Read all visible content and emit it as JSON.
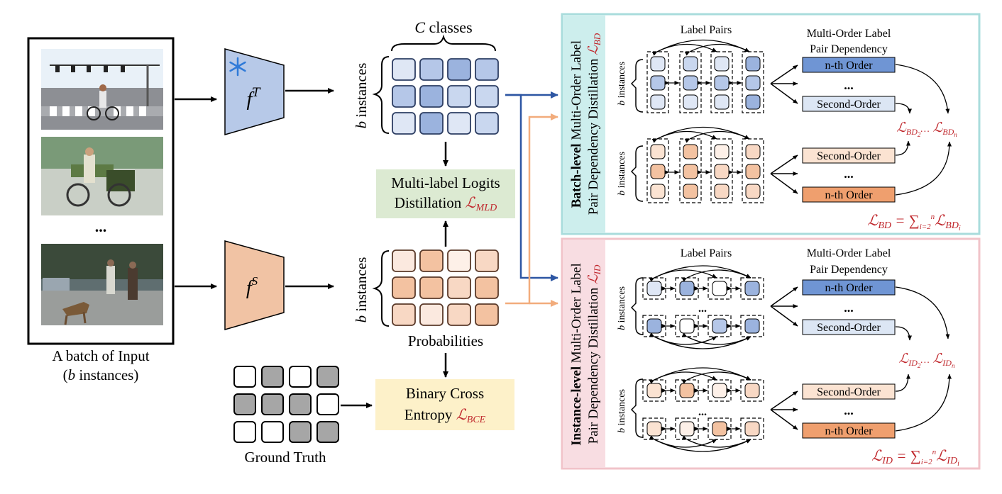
{
  "input": {
    "batch_caption_line1": "A batch of Input",
    "batch_caption_line2_var": "b",
    "batch_caption_line2_rest": " instances)",
    "ellipsis": "..."
  },
  "teacher": {
    "symbol": "f",
    "superscript": "T",
    "icon": "snowflake-icon"
  },
  "student": {
    "symbol": "f",
    "superscript": "S"
  },
  "teacher_matrix": {
    "classes_var": "C",
    "classes_label": " classes",
    "rows_var": "b",
    "rows_label": " instances"
  },
  "student_matrix": {
    "rows_var": "b",
    "rows_label": " instances",
    "caption": "Probabilities"
  },
  "mld_box": {
    "line1": "Multi-label Logits",
    "line2": "Distillation ",
    "loss": "MLD"
  },
  "bce_box": {
    "line1": "Binary Cross",
    "line2": "Entropy ",
    "loss": "BCE"
  },
  "ground_truth": {
    "caption": "Ground Truth"
  },
  "bd_panel": {
    "side_bold": "Batch-level",
    "side_rest": " Multi-Order Label",
    "side_line2": "Pair Dependency Distillation ",
    "side_loss": "BD",
    "label_pairs": "Label Pairs",
    "dep_line1": "Multi-Order Label",
    "dep_line2": "Pair Dependency",
    "rows_label": "b instances",
    "nth_order": "n-th Order",
    "second_order": "Second-Order",
    "dots": "...",
    "loss_terms": "BD",
    "total_lhs": "BD",
    "total_rhs": "BD"
  },
  "id_panel": {
    "side_bold": "Instance-level",
    "side_rest": " Multi-Order Label",
    "side_line2": "Pair Dependency Distillation ",
    "side_loss": "ID",
    "label_pairs": "Label Pairs",
    "dep_line1": "Multi-Order Label",
    "dep_line2": "Pair Dependency",
    "rows_label": "b instances",
    "nth_order": "n-th Order",
    "second_order": "Second-Order",
    "dots": "...",
    "loss_terms": "ID",
    "total_lhs": "ID",
    "total_rhs": "ID"
  },
  "colors": {
    "teacher_fill": "#b7c9e8",
    "student_fill": "#f1c3a4",
    "blue_arrow": "#2d56a3",
    "orange_arrow": "#f2ac7c",
    "loss_red": "#c0282d",
    "bd_border": "#a9dcdc",
    "bd_side": "#cdeeed",
    "id_border": "#f1c3c9",
    "id_side": "#f8dde2",
    "mld_bg": "#dcead2",
    "bce_bg": "#fdf1c9"
  }
}
